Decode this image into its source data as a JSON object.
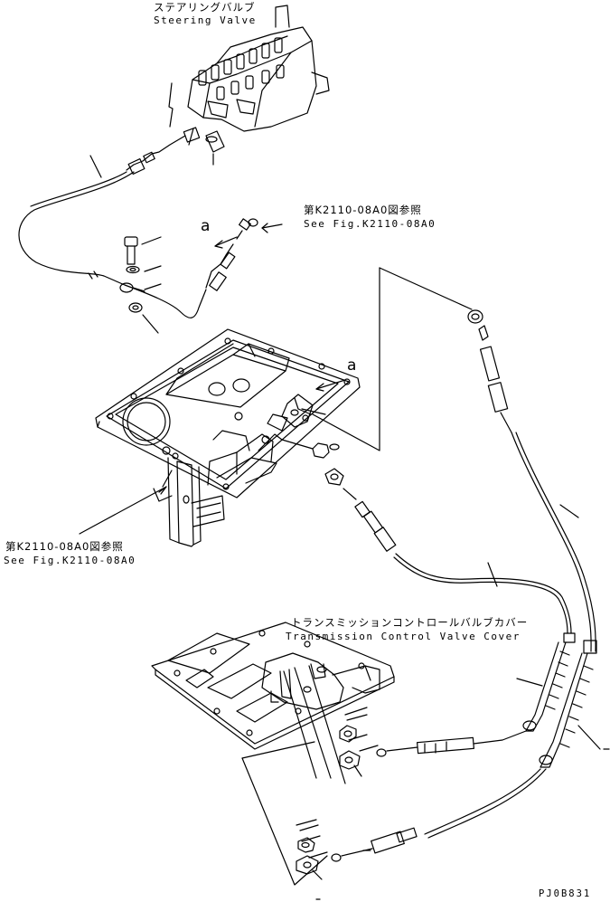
{
  "labels": {
    "steering_valve_jp": "ステアリングバルブ",
    "steering_valve_en": "Steering Valve",
    "ref_top_jp": "第K2110-08A0図参照",
    "ref_top_en": "See Fig.K2110-08A0",
    "ref_left_jp": "第K2110-08A0図参照",
    "ref_left_en": "See Fig.K2110-08A0",
    "tcv_cover_jp": "トランスミッションコントロールバルブカバー",
    "tcv_cover_en": "Transmission Control Valve Cover",
    "marker_a_top": "a",
    "marker_a_mid": "a",
    "figure_code": "PJ0B831"
  },
  "colors": {
    "ink": "#000000",
    "paper": "#ffffff"
  }
}
